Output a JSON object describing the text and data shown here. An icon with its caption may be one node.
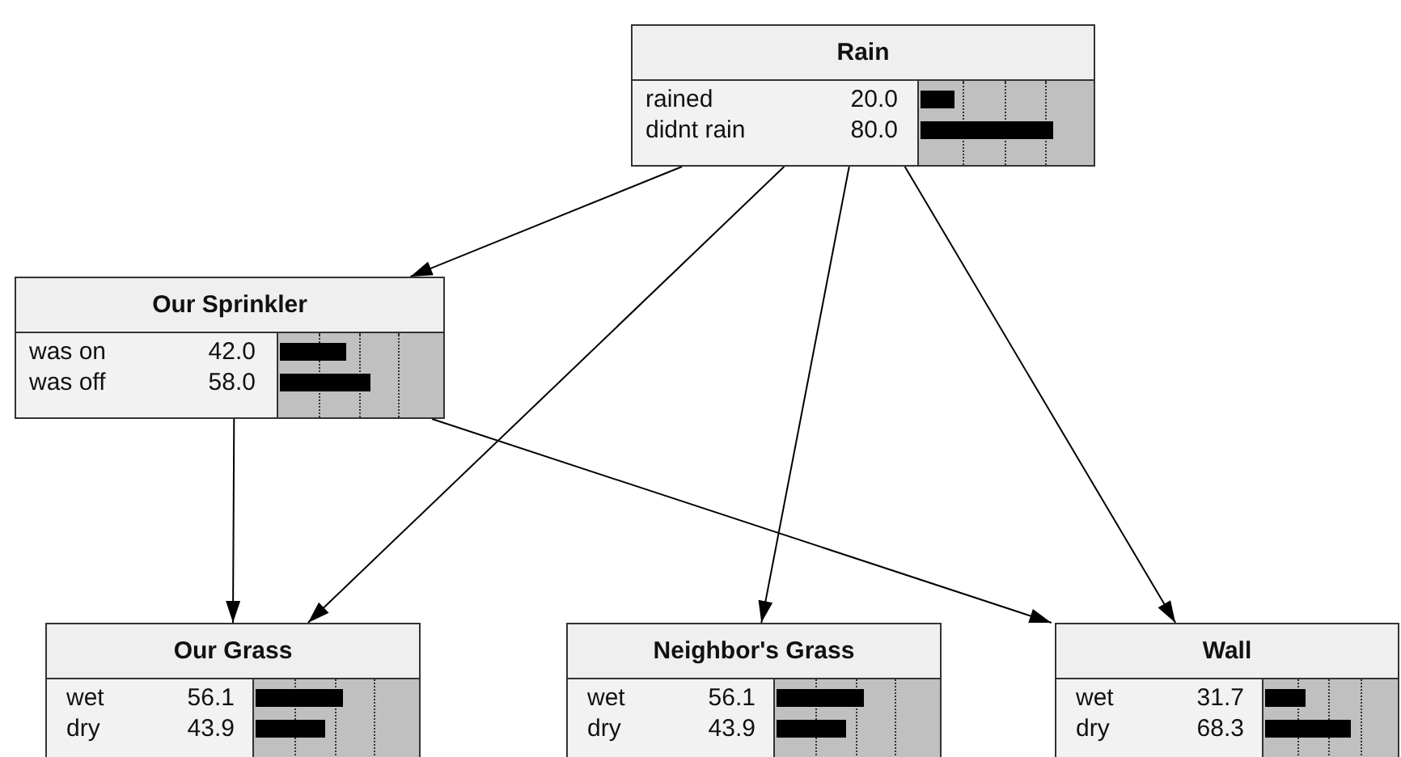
{
  "diagram": {
    "nodes": [
      {
        "text": [
          "Rain",
          "rained",
          "20.0",
          "didnt rain",
          "80.0"
        ]
      },
      {
        "text": [
          "Our Sprinkler",
          "was on",
          "42.0",
          "was off",
          "58.0"
        ]
      },
      {
        "text": [
          "Our Grass",
          "wet",
          "56.1",
          "dry",
          "43.9"
        ]
      },
      {
        "text": [
          "Neighbor's Grass",
          "wet",
          "56.1",
          "dry",
          "43.9"
        ]
      },
      {
        "text": [
          "Wall",
          "wet",
          "31.7",
          "dry",
          "68.3"
        ]
      }
    ],
    "edges": [
      {
        "from": 0,
        "to": 1,
        "arrow": "to"
      },
      {
        "from": 0,
        "to": 2,
        "arrow": "to"
      },
      {
        "from": 0,
        "to": 3,
        "arrow": "to"
      },
      {
        "from": 0,
        "to": 4,
        "arrow": "to"
      },
      {
        "from": 1,
        "to": 2,
        "arrow": "to"
      },
      {
        "from": 1,
        "to": 4,
        "arrow": "to"
      }
    ]
  }
}
